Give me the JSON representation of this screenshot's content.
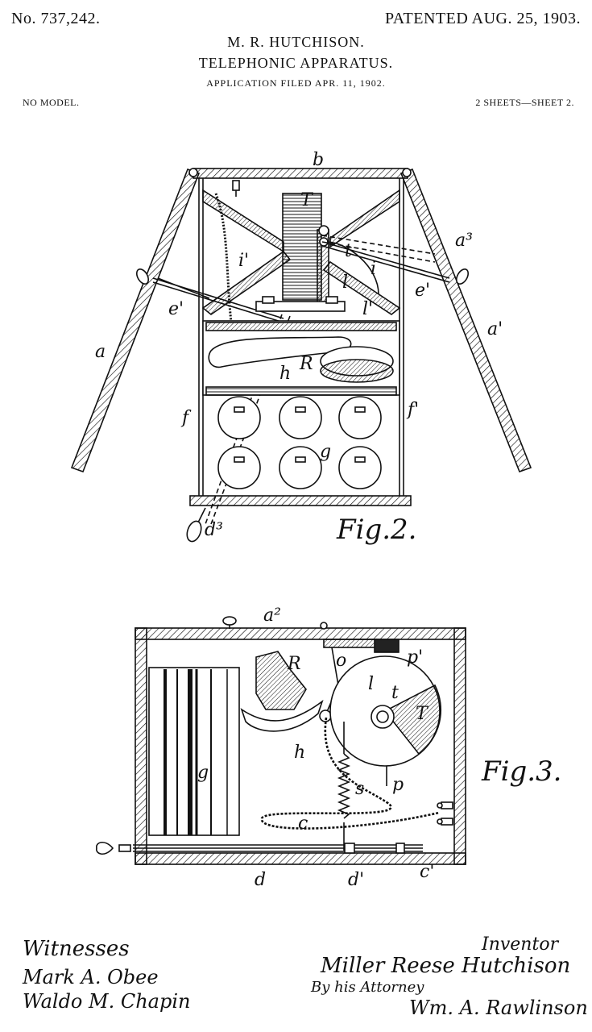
{
  "header": {
    "patent_number": "No. 737,242.",
    "patent_date": "PATENTED AUG. 25, 1903.",
    "inventor": "M. R. HUTCHISON.",
    "title": "TELEPHONIC APPARATUS.",
    "application": "APPLICATION FILED APR. 11, 1902.",
    "model": "NO MODEL.",
    "sheets": "2 SHEETS—SHEET 2."
  },
  "figure2": {
    "caption": "Fig.2.",
    "labels": {
      "b": "b",
      "T": "T",
      "a3": "a³",
      "i_prime": "i'",
      "t": "t",
      "i": "i",
      "l": "l",
      "e_prime_left": "e'",
      "e_prime_right": "e'",
      "l_prime": "l'",
      "a_prime": "a'",
      "a": "a",
      "R": "R",
      "h": "h",
      "f": "f",
      "f_prime": "f'",
      "g": "g",
      "d3": "d³"
    }
  },
  "figure3": {
    "caption": "Fig.3.",
    "labels": {
      "a2": "a²",
      "R": "R",
      "o": "o",
      "p_prime": "p'",
      "l": "l",
      "t": "t",
      "T": "T",
      "g": "g",
      "h": "h",
      "s": "s",
      "p": "p",
      "c": "c",
      "d": "d",
      "d_prime": "d'",
      "c_prime": "c'"
    }
  },
  "signatures": {
    "witnesses_heading": "Witnesses",
    "witness1": "Mark A. Obee",
    "witness2": "Waldo M. Chapin",
    "inventor_heading": "Inventor",
    "inventor_signature": "Miller Reese Hutchison",
    "attorney_line": "By his Attorney",
    "attorney_signature": "Wm. A. Rawlinson"
  }
}
